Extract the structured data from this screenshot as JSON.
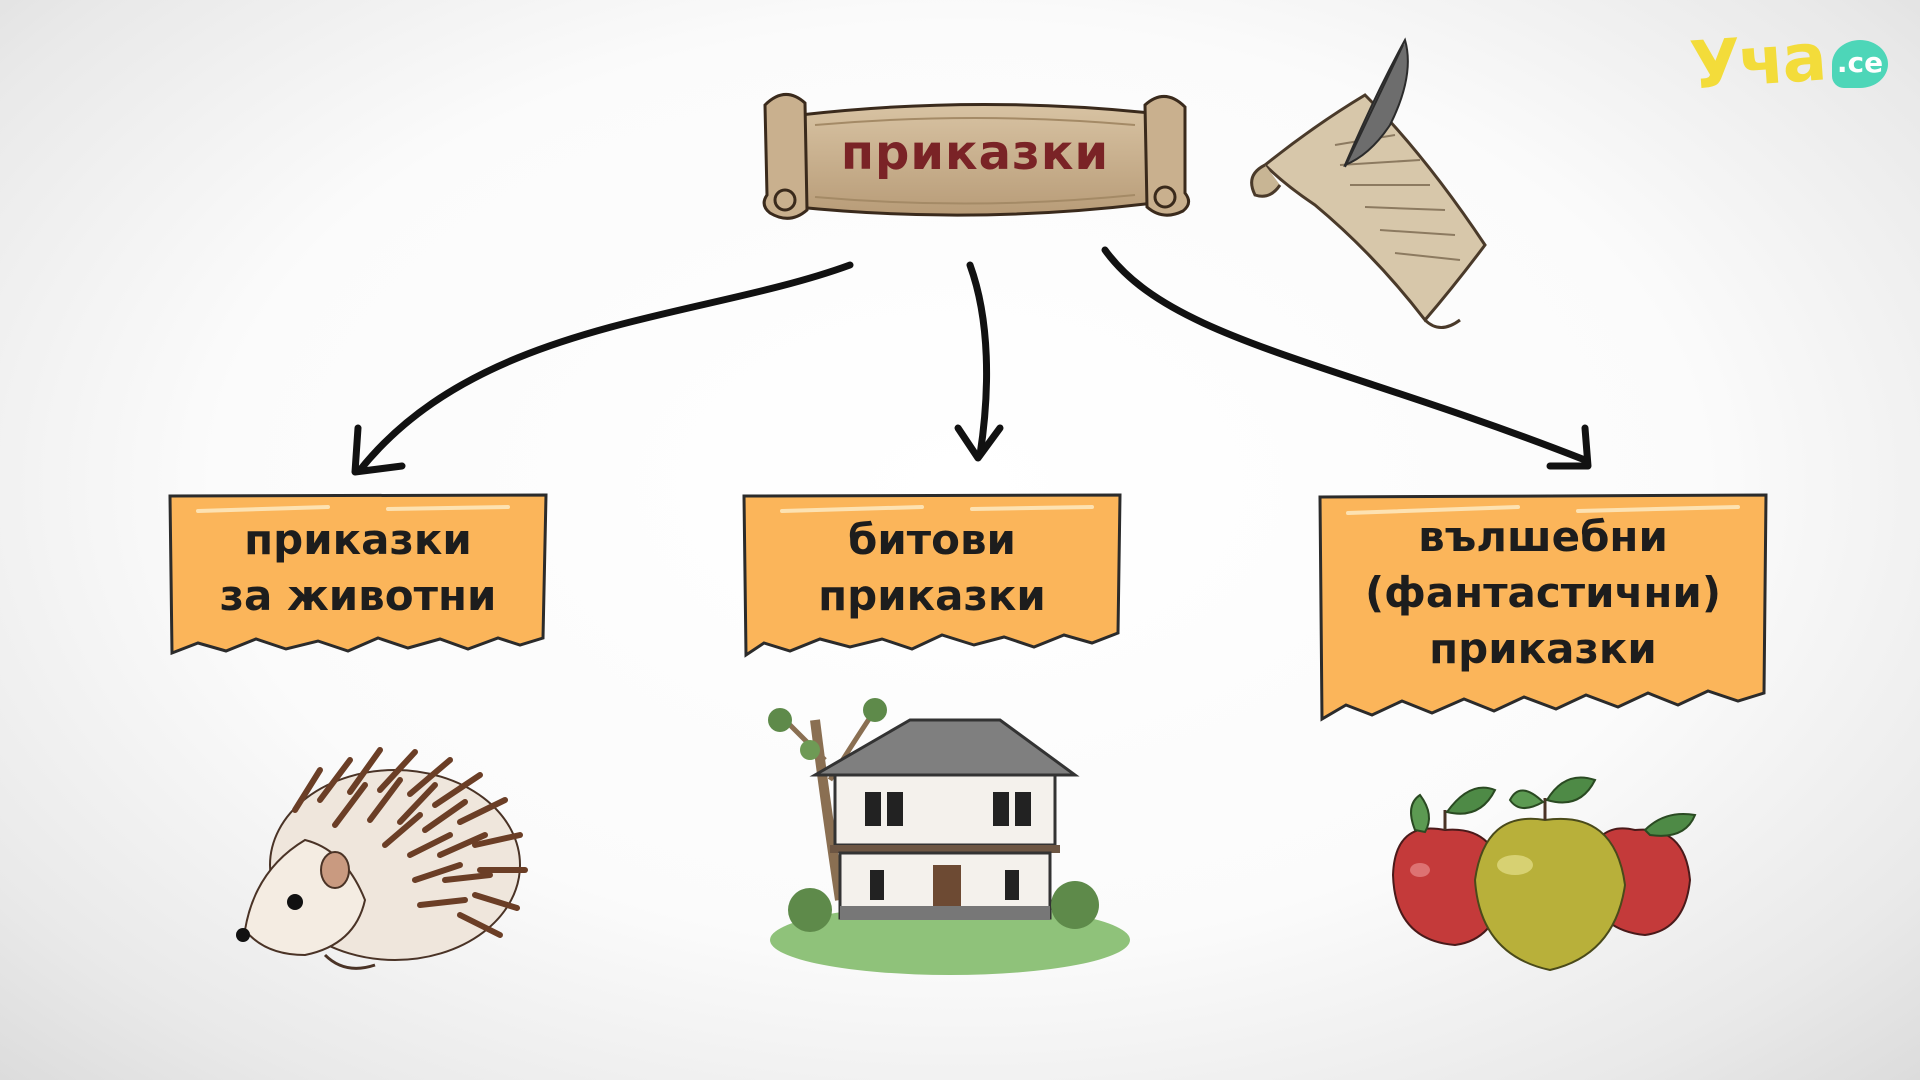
{
  "logo": {
    "text": "Уча",
    "badge": ".се",
    "colors": {
      "text": "#f3dc3a",
      "badge": "#4dd6b8"
    }
  },
  "diagram": {
    "root": {
      "label": "приказки",
      "color": "#7a2326"
    },
    "categories": [
      {
        "lines": [
          "приказки",
          "за животни"
        ],
        "illustration": "hedgehog-icon"
      },
      {
        "lines": [
          "битови",
          "приказки"
        ],
        "illustration": "house-icon"
      },
      {
        "lines": [
          "вълшебни",
          "(фантастични)",
          "приказки"
        ],
        "illustration": "apples-icon"
      }
    ],
    "colors": {
      "box": "#fbb55a",
      "arrow": "#111111",
      "scroll": "#c8ad8a"
    }
  },
  "decorations": [
    "parchment-quill-icon"
  ]
}
